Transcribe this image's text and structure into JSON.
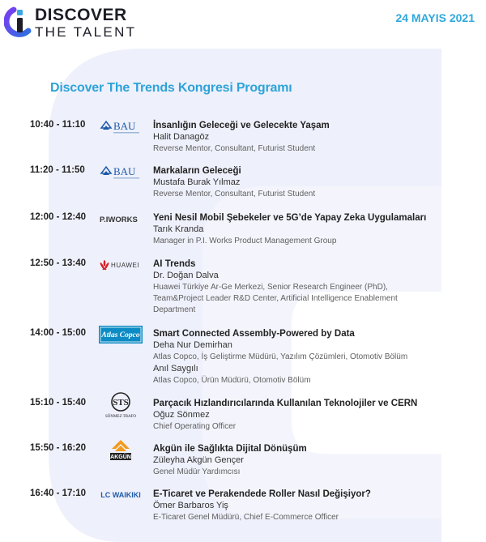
{
  "header": {
    "logo_line1": "DISCOVER",
    "logo_line2": "THE TALENT",
    "date": "24 MAYIS 2021"
  },
  "program_title": "Discover The Trends Kongresi Programı",
  "colors": {
    "accent": "#2ea3d8",
    "brand_purple": "#5b35d6",
    "background_shape": "#eceefa"
  },
  "sessions": [
    {
      "time": "10:40 - 11:10",
      "sponsor": "BAU",
      "sponsor_icon": "bau-logo-icon",
      "title": "İnsanlığın Geleceği ve Gelecekte Yaşam",
      "speakers": [
        {
          "name": "Halit Danagöz",
          "role": "Reverse Mentor, Consultant, Futurist Student"
        }
      ]
    },
    {
      "time": "11:20 - 11:50",
      "sponsor": "BAU",
      "sponsor_icon": "bau-logo-icon",
      "title": "Markaların Geleceği",
      "speakers": [
        {
          "name": "Mustafa Burak Yılmaz",
          "role": "Reverse Mentor, Consultant, Futurist Student"
        }
      ]
    },
    {
      "time": "12:00 - 12:40",
      "sponsor": "P.IWORKS",
      "sponsor_icon": "piworks-logo-icon",
      "title": "Yeni Nesil Mobil Şebekeler ve 5G’de Yapay Zeka Uygulamaları",
      "speakers": [
        {
          "name": "Tarık Kranda",
          "role": "Manager in P.I. Works Product Management Group"
        }
      ]
    },
    {
      "time": "12:50 - 13:40",
      "sponsor": "HUAWEI",
      "sponsor_icon": "huawei-logo-icon",
      "title": "AI Trends",
      "speakers": [
        {
          "name": "Dr. Doğan Dalva",
          "role": "Huawei Türkiye Ar-Ge Merkezi, Senior Research Engineer (PhD), Team&Project Leader R&D Center, Artificial Intelligence Enablement Department"
        }
      ]
    },
    {
      "time": "14:00 - 15:00",
      "sponsor": "Atlas Copco",
      "sponsor_icon": "atlas-copco-logo-icon",
      "title": "Smart Connected Assembly-Powered by Data",
      "speakers": [
        {
          "name": "Deha Nur Demirhan",
          "role": "Atlas Copco, İş Geliştirme Müdürü, Yazılım Çözümleri, Otomotiv Bölüm"
        },
        {
          "name": "Anıl Saygılı",
          "role": "Atlas Copco, Ürün Müdürü, Otomotiv Bölüm"
        }
      ]
    },
    {
      "time": "15:10 - 15:40",
      "sponsor": "SÖNMEZ TRAFO",
      "sponsor_icon": "sonmez-trafo-logo-icon",
      "title": "Parçacık Hızlandırıcılarında Kullanılan Teknolojiler ve CERN",
      "speakers": [
        {
          "name": "Oğuz Sönmez",
          "role": "Chief Operating Officer"
        }
      ]
    },
    {
      "time": "15:50 - 16:20",
      "sponsor": "AKGÜN",
      "sponsor_icon": "akgun-logo-icon",
      "title": "Akgün ile Sağlıkta Dijital Dönüşüm",
      "speakers": [
        {
          "name": "Züleyha Akgün Gençer",
          "role": "Genel Müdür Yardımcısı"
        }
      ]
    },
    {
      "time": "16:40 - 17:10",
      "sponsor": "LC WAIKIKI",
      "sponsor_icon": "lc-waikiki-logo-icon",
      "title": "E-Ticaret ve Perakendede Roller Nasıl Değişiyor?",
      "speakers": [
        {
          "name": "Ömer Barbaros Yiş",
          "role": "E-Ticaret Genel Müdürü, Chief E-Commerce Officer"
        }
      ]
    }
  ]
}
